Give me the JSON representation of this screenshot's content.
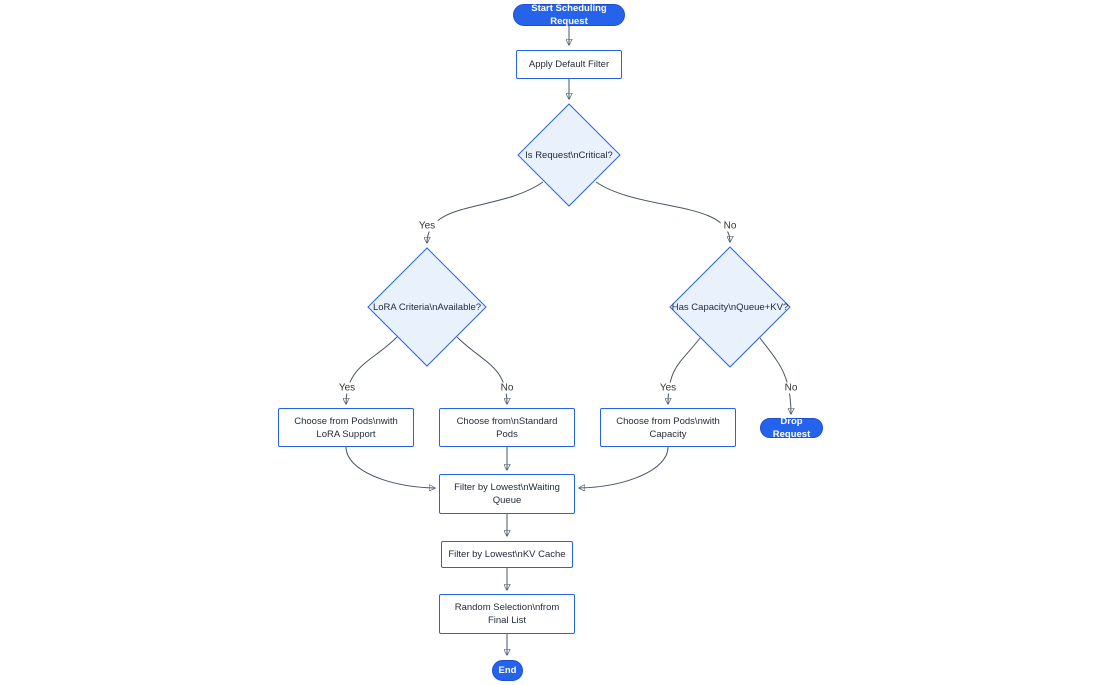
{
  "diagram": {
    "nodes": {
      "start": {
        "label": "Start Scheduling Request"
      },
      "apply_filter": {
        "label": "Apply Default Filter"
      },
      "is_critical": {
        "label": "Is Request\\nCritical?"
      },
      "lora_criteria": {
        "label": "LoRA Criteria\\nAvailable?"
      },
      "has_capacity": {
        "label": "Has Capacity\\nQueue+KV?"
      },
      "choose_lora": {
        "lines": [
          "Choose from Pods\\nwith",
          "LoRA Support"
        ]
      },
      "choose_standard": {
        "lines": [
          "Choose from\\nStandard",
          "Pods"
        ]
      },
      "choose_capacity": {
        "lines": [
          "Choose from Pods\\nwith",
          "Capacity"
        ]
      },
      "drop_request": {
        "label": "Drop Request"
      },
      "filter_queue": {
        "lines": [
          "Filter by Lowest\\nWaiting",
          "Queue"
        ]
      },
      "filter_kv": {
        "label": "Filter by Lowest\\nKV Cache"
      },
      "random_selection": {
        "lines": [
          "Random Selection\\nfrom",
          "Final List"
        ]
      },
      "end": {
        "label": "End"
      }
    },
    "edge_labels": {
      "critical_yes": "Yes",
      "critical_no": "No",
      "lora_yes": "Yes",
      "lora_no": "No",
      "capacity_yes": "Yes",
      "capacity_no": "No"
    },
    "colors": {
      "pill_fill": "#2563eb",
      "node_border": "#2563eb",
      "diamond_fill": "#e8f1fc",
      "edge": "#4a5568",
      "text": "#1f2937",
      "background": "#ffffff"
    }
  }
}
